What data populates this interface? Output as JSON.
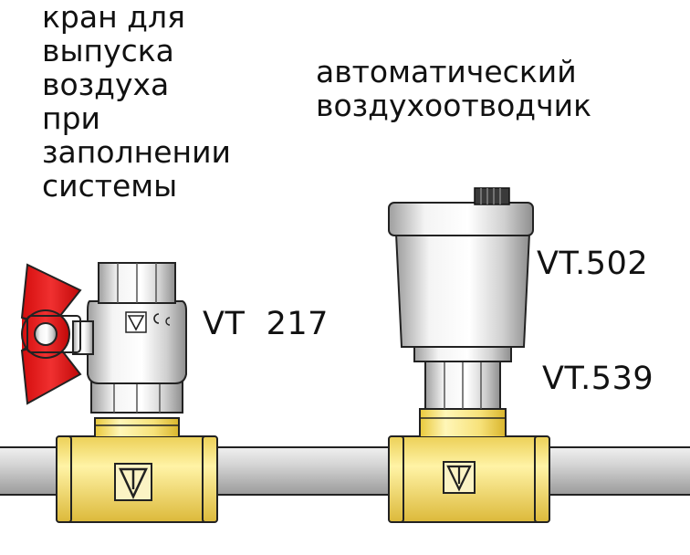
{
  "labels": {
    "left_note": [
      "кран для",
      "выпуска",
      "воздуха",
      "при",
      "заполнении",
      "системы"
    ],
    "right_note": [
      "автоматический",
      "воздухоотводчик"
    ],
    "ball_valve_code": "VT  217",
    "air_vent_code": "VT.502",
    "shutoff_code": "VT.539"
  },
  "colors": {
    "pipe": "#c9c9c9",
    "brass": "#f2dd5a",
    "chrome": "#d9d9d9",
    "handle": "#e01818",
    "outline": "#1a1a1a"
  },
  "icons": {
    "brand_logo": "valtec-v-logo",
    "ce_mark": "ce-mark"
  }
}
